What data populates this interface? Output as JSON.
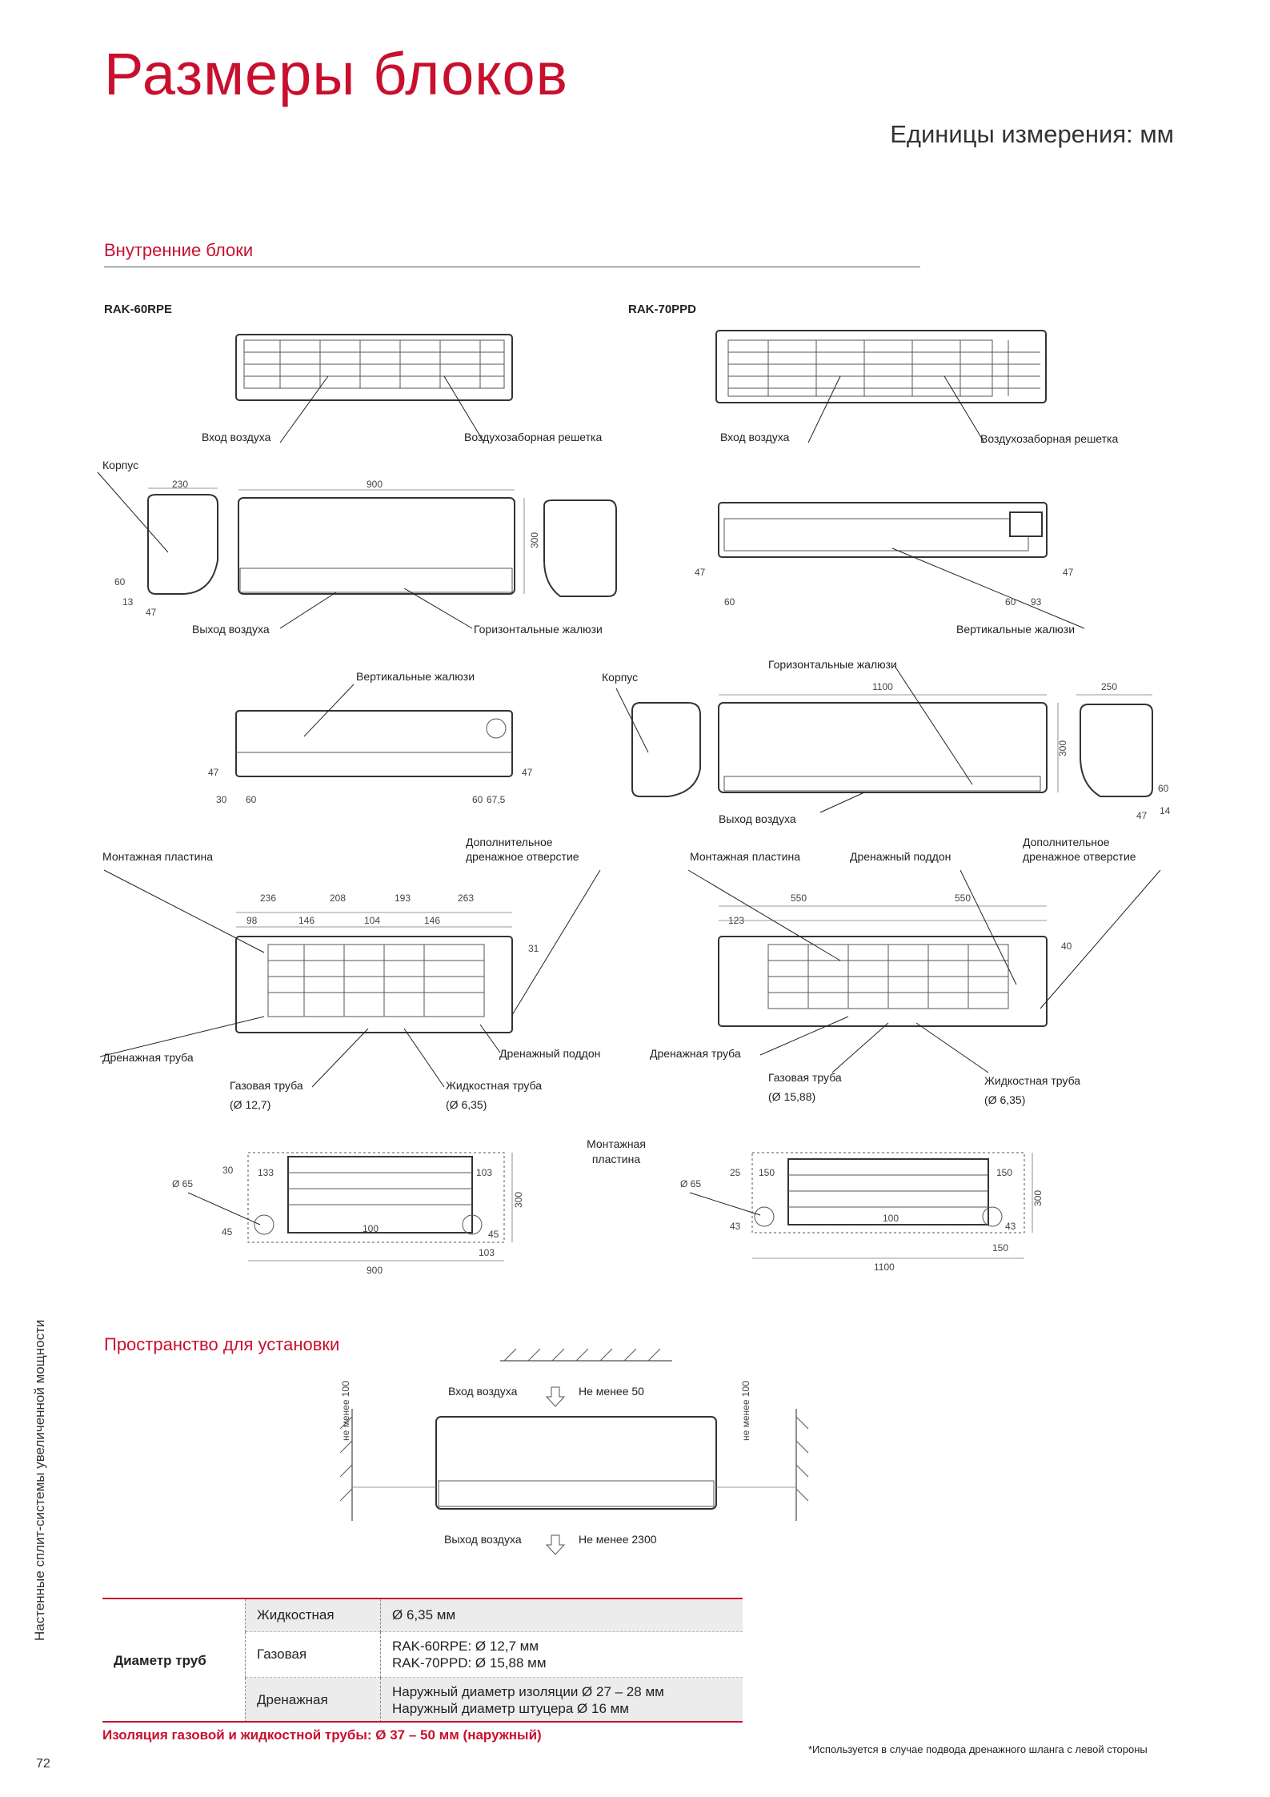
{
  "page": {
    "title": "Размеры блоков",
    "units": "Единицы измерения: мм",
    "side_text": "Настенные сплит-системы увеличенной мощности",
    "page_number": "72",
    "footnote": "*Используется в случае подвода дренажного шланга с левой стороны"
  },
  "indoor": {
    "heading": "Внутренние блоки",
    "model_a": "RAK-60RPE",
    "model_b": "RAK-70PPD",
    "labels": {
      "air_in": "Вход воздуха",
      "intake_grille": "Воздухозаборная решетка",
      "body": "Корпус",
      "air_out": "Выход воздуха",
      "horiz_louvers": "Горизонтальные жалюзи",
      "vert_louvers": "Вертикальные жалюзи",
      "mount_plate": "Монтажная пластина",
      "extra_drain": "Дополнительное дренажное отверстие",
      "drain_tray": "Дренажный поддон",
      "drain_pipe": "Дренажная труба",
      "gas_pipe": "Газовая труба",
      "liquid_pipe": "Жидкостная труба",
      "gas_a": "(Ø 12,7)",
      "liquid_a": "(Ø 6,35)",
      "gas_b": "(Ø 15,88)",
      "liquid_b": "(Ø 6,35)",
      "mount_plate_center": "Монтажная пластина"
    },
    "dims_a": {
      "depth": "230",
      "width": "900",
      "height": "300",
      "d60": "60",
      "d13": "13",
      "d47": "47",
      "b47": "47",
      "b30": "30",
      "b60": "60",
      "b60r": "60",
      "b675": "67,5",
      "b47r": "47",
      "m236": "236",
      "m208": "208",
      "m193": "193",
      "m263": "263",
      "m98": "98",
      "m146": "146",
      "m104": "104",
      "m146b": "146",
      "m31": "31",
      "p30": "30",
      "p133": "133",
      "p103": "103",
      "p65": "Ø 65",
      "p45": "45",
      "p100": "100",
      "p45r": "45",
      "p103r": "103",
      "p900": "900",
      "p300": "300"
    },
    "dims_b": {
      "b47": "47",
      "b60": "60",
      "b60r": "60",
      "b93": "93",
      "b47r": "47",
      "width": "1100",
      "height": "300",
      "depth": "250",
      "d60": "60",
      "d47": "47",
      "d14": "14",
      "m550": "550",
      "m550b": "550",
      "m123": "123",
      "m40": "40",
      "p25": "25",
      "p150": "150",
      "p150r": "150",
      "p65": "Ø 65",
      "p43": "43",
      "p100": "100",
      "p43r": "43",
      "p150b": "150",
      "p1100": "1100",
      "p300": "300"
    }
  },
  "install": {
    "heading": "Пространство для установки",
    "air_in": "Вход воздуха",
    "min50": "Не менее 50",
    "air_out": "Выход воздуха",
    "min2300": "Не менее 2300",
    "min100": "не менее 100"
  },
  "table": {
    "row_header": "Диаметр труб",
    "rows": [
      {
        "type": "Жидкостная",
        "l1": "Ø 6,35 мм",
        "l2": ""
      },
      {
        "type": "Газовая",
        "l1": "RAK-60RPE: Ø 12,7 мм",
        "l2": "RAK-70PPD: Ø 15,88 мм"
      },
      {
        "type": "Дренажная",
        "l1": "Наружный диаметр изоляции Ø 27 – 28 мм",
        "l2": "Наружный диаметр штуцера Ø 16 мм"
      }
    ],
    "insulation": "Изоляция газовой и жидкостной трубы: Ø 37 – 50 мм (наружный)"
  }
}
